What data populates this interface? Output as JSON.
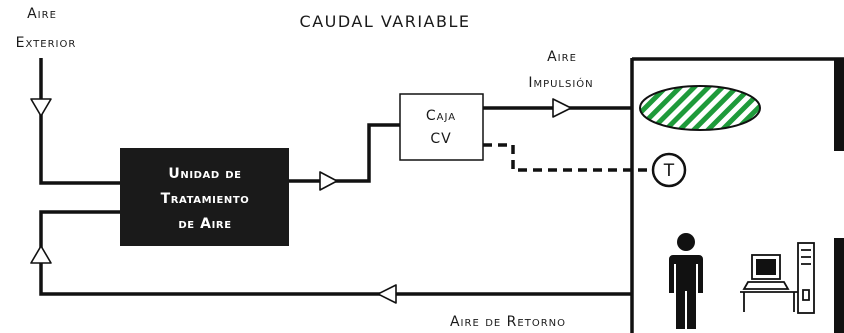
{
  "title": "CAUDAL VARIABLE",
  "outside_air": {
    "line1": "Aire",
    "line2": "Exterior"
  },
  "supply_air": {
    "line1": "Aire",
    "line2": "Impulsión"
  },
  "return_air": {
    "label": "Aire de Retorno"
  },
  "cv_box": {
    "line1": "Caja",
    "line2": "CV"
  },
  "air_handling_unit": {
    "line1": "Unidad de",
    "line2": "Tratamiento",
    "line3": "de Aire"
  },
  "thermostat": {
    "symbol": "T"
  },
  "colors": {
    "line": "#111111",
    "unit_fill": "#1a1a1a",
    "diffuser_stripes": "#1e9a3a",
    "background": "#ffffff"
  },
  "icons": [
    "person-icon",
    "computer-workstation-icon",
    "ceiling-diffuser-icon",
    "thermostat-icon"
  ]
}
